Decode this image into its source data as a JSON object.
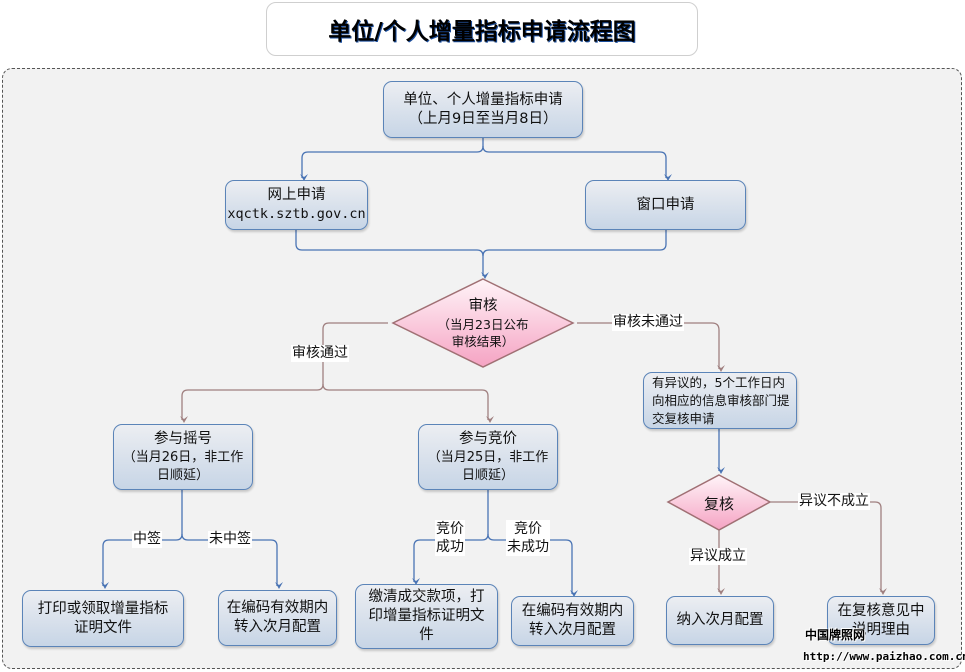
{
  "title": "单位/个人增量指标申请流程图",
  "colors": {
    "node_border": "#5b84b8",
    "node_fill_top": "#eceef2",
    "node_fill_bottom": "#c7d5e6",
    "diamond_fill_top": "#fff0f5",
    "diamond_fill_bottom": "#f5a3c3",
    "diamond_border": "#a07074",
    "blue_connector": "#4a74b4",
    "brown_connector": "#a08080",
    "frame_bg": "#f2f2f2"
  },
  "nodes": {
    "apply": {
      "line1": "单位、个人增量指标申请",
      "line2": "（上月9日至当月8日）"
    },
    "online": {
      "line1": "网上申请",
      "line2": "xqctk.sztb.gov.cn"
    },
    "window": {
      "line1": "窗口申请"
    },
    "review": {
      "line1": "审核",
      "line2": "（当月23日公布",
      "line3": "审核结果）"
    },
    "objection": {
      "line1": "有异议的，5个工作日内",
      "line2": "向相应的信息审核部门提",
      "line3": "交复核申请"
    },
    "lottery": {
      "line1": "参与摇号",
      "line2": "（当月26日，非工作",
      "line3": "日顺延）"
    },
    "bidding": {
      "line1": "参与竞价",
      "line2": "（当月25日，非工作",
      "line3": "日顺延）"
    },
    "recheck": {
      "line1": "复核"
    },
    "print_cert": {
      "line1": "打印或领取增量指标",
      "line2": "证明文件"
    },
    "lottery_next": {
      "line1": "在编码有效期内",
      "line2": "转入次月配置"
    },
    "pay_print": {
      "line1": "缴清成交款项，打",
      "line2": "印增量指标证明文",
      "line3": "件"
    },
    "bidding_next": {
      "line1": "在编码有效期内",
      "line2": "转入次月配置"
    },
    "include_next": {
      "line1": "纳入次月配置"
    },
    "explain": {
      "line1": "在复核意见中",
      "line2": "说明理由"
    }
  },
  "edge_labels": {
    "review_pass": "审核通过",
    "review_fail": "审核未通过",
    "won": "中签",
    "not_won": "未中签",
    "bid_success_1": "竞价",
    "bid_success_2": "成功",
    "bid_fail_1": "竞价",
    "bid_fail_2": "未成功",
    "objection_valid": "异议成立",
    "objection_invalid": "异议不成立"
  },
  "watermark": {
    "name": "中国牌照网",
    "url": "http://www.paizhao.com.cn"
  }
}
